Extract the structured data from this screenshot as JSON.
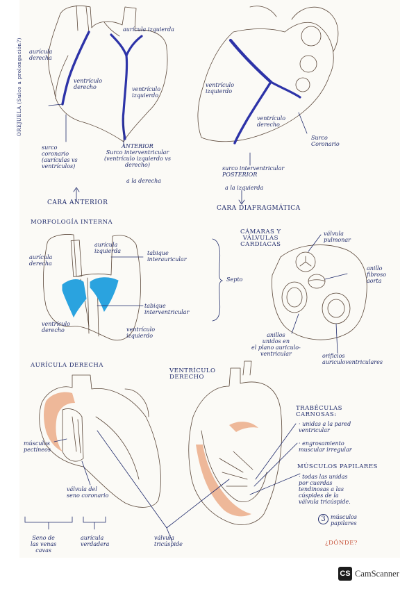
{
  "labels": {
    "auricula_izquierda": "aurícula izquierda",
    "auricula_derecha_top": "aurícula\nderecha",
    "orejuela": "OREJUELA\n(Sulco a prolongación?)",
    "ventriculo_derecho_1": "ventrículo\nderecho",
    "ventriculo_izquierdo_1": "ventrículo\nizquierdo",
    "surco_coronario": "surco\ncoronario\n(aurículas vs\nventrículos)",
    "anterior": "ANTERIOR\nSurco interventricular\n(ventrículo izquierdo vs\nderecho)",
    "a_la_derecha": "a la derecha",
    "cara_anterior": "CARA ANTERIOR",
    "ventriculo_izquierdo_2": "ventrículo\nizquierdo",
    "ventriculo_derecho_2": "ventrículo\nderecho",
    "surco_coronario_2": "Surco\nCoronario",
    "surco_post": "surco interventricular\nPOSTERIOR",
    "a_la_izquierda": "a la izquierda",
    "cara_diafragmatica": "CARA DIAFRAGMÁTICA",
    "morfologia_interna": "MORFOLOGÍA INTERNA",
    "auricula_izq_3": "aurícula\nizquierda",
    "auricula_der_3": "aurícula\nderecha",
    "tabique_interauricular": "tabique\ninterauricular",
    "septo": "Septo",
    "tabique_interventricular": "tabique\ninterventricular",
    "ventriculo_der_3": "ventrículo\nderecho",
    "ventriculo_izq_3": "ventrículo\nizquierdo",
    "camaras_valvulas": "CÁMARAS Y\nVÁLVULAS\nCARDIACAS",
    "valvula_pulmonar": "válvula\npulmonar",
    "anillo_fibroso": "anillo\nfibroso\naorta",
    "anillos_unidos": "anillos\nunidos en\nel plano auriculo-\nventricular",
    "orificios": "orificios\nauriculoventriculares",
    "auricula_derecha_4": "AURÍCULA DERECHA",
    "musculos_pectineos": "músculos\npectíneos",
    "valvula_seno": "válvula del\nseno coronario",
    "seno_venas": "Seno de\nlas venas\ncavas",
    "auricula_verdadera": "aurícula\nverdadera",
    "ventriculo_derecho_4": "VENTRÍCULO\nDERECHO",
    "trabeculas": "TRABÉCULAS\nCARNOSAS:",
    "trab_1": "· unidas a la pared\n  ventricular",
    "trab_2": "· engrosamiento\n  muscular irregular",
    "musculos_papilares": "MÚSCULOS PAPILARES",
    "mp_text": "· todas las unidas\n  por cuerdas\n  tendinosas a las\n  cúspides de la\n  válvula tricúspide.",
    "tres_musculos": "músculos\npapilares",
    "tres": "3",
    "donde": "¿DÓNDE?",
    "valvula_tricuspide": "válvula\ntricúspide"
  },
  "brand": {
    "logo": "CS",
    "name": "CamScanner"
  },
  "colors": {
    "ink": "#1f2a6b",
    "blue_marker": "#2d33a8",
    "cyan": "#2aa3df",
    "orange": "#e9a27a",
    "pencil": "#5a4638"
  }
}
